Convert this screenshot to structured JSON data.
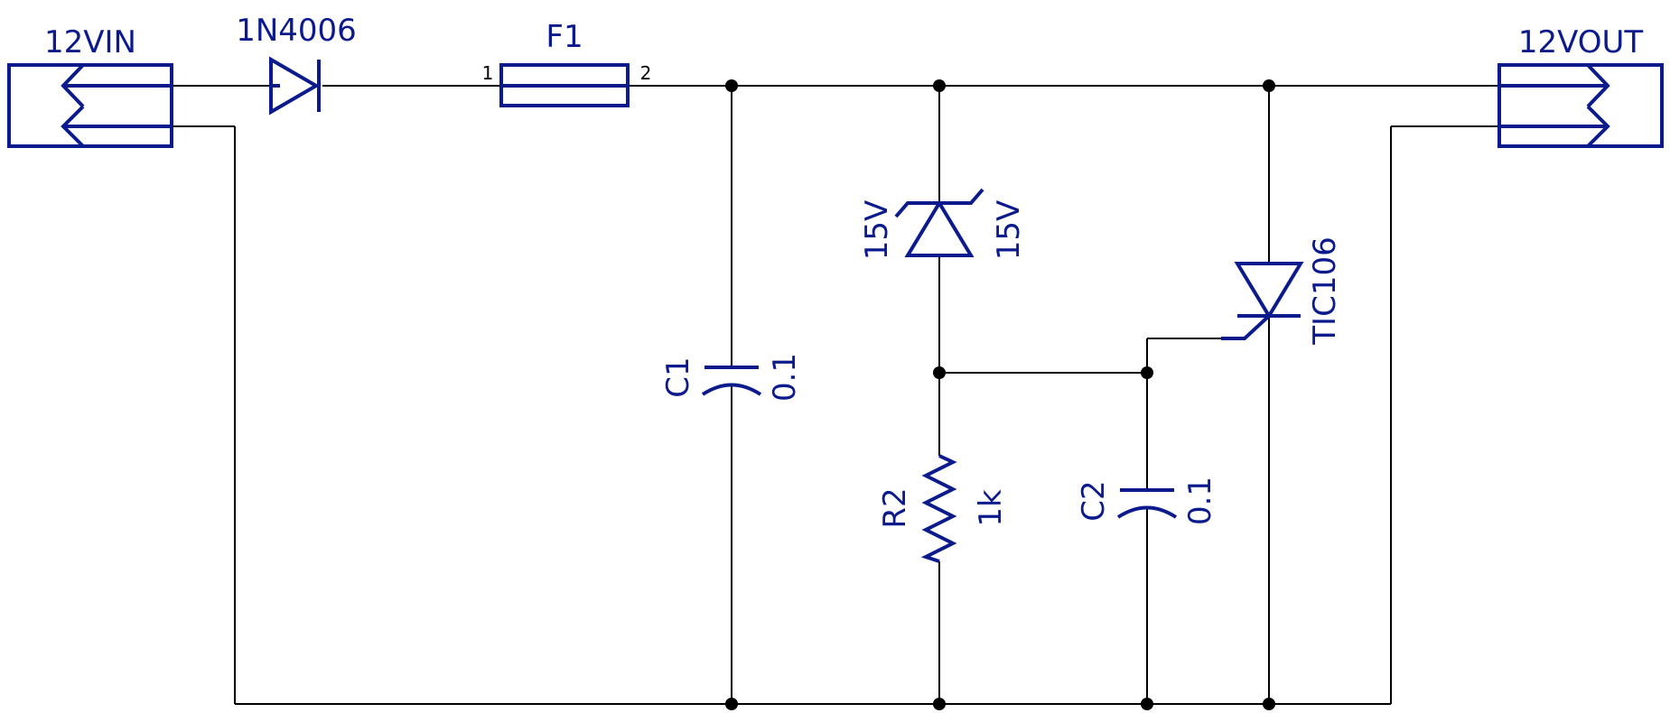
{
  "colors": {
    "symbol": "#0b1a8c",
    "wire": "#000000",
    "background": "#ffffff"
  },
  "components": {
    "j_in": {
      "label": "12VIN"
    },
    "d1": {
      "label": "1N4006"
    },
    "f1": {
      "label": "F1",
      "pin1": "1",
      "pin2": "2"
    },
    "zener": {
      "label_left": "15V",
      "label_right": "15V"
    },
    "c1": {
      "ref": "C1",
      "value": "0.1"
    },
    "r2": {
      "ref": "R2",
      "value": "1k"
    },
    "c2": {
      "ref": "C2",
      "value": "0.1"
    },
    "scr": {
      "label": "TIC106"
    },
    "j_out": {
      "label": "12VOUT"
    }
  }
}
